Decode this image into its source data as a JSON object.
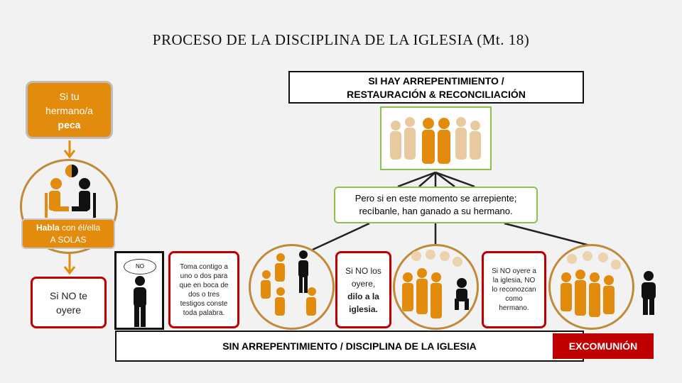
{
  "title": "PROCESO DE LA DISCIPLINA DE LA IGLESIA (Mt. 18)",
  "top_box": {
    "line1": "SI HAY ARREPENTIMIENTO /",
    "line2": "RESTAURACIÓN & RECONCILIACIÓN"
  },
  "repent_box": {
    "line1": "Pero si en este momento se arrepiente;",
    "line2": "recíbanle, han ganado a su hermano."
  },
  "start_box": {
    "line1": "Si tu",
    "line2": "hermano/a",
    "line3": "peca"
  },
  "step1_label": {
    "bold": "Habla",
    "rest": " con él/ella",
    "line2": "A SOLAS"
  },
  "step1_no": "Si NO te oyere",
  "speech_bubble": "NO",
  "step2_text": "Toma contigo a uno o dos para que en boca de dos o tres testigos conste toda palabra.",
  "step3_text": {
    "plain": "Si NO los oyere,",
    "bold": "dilo a la iglesia."
  },
  "step4_text": "Si NO oyere a la iglesia, NO lo reconozcan como hermano.",
  "bottom_box": "SIN ARREPENTIMIENTO / DISCIPLINA DE LA IGLESIA",
  "excomunion": "EXCOMUNIÓN",
  "colors": {
    "orange": "#e38b0c",
    "red": "#c00000",
    "green": "#8cc152",
    "ring": "#bf8a3a"
  }
}
